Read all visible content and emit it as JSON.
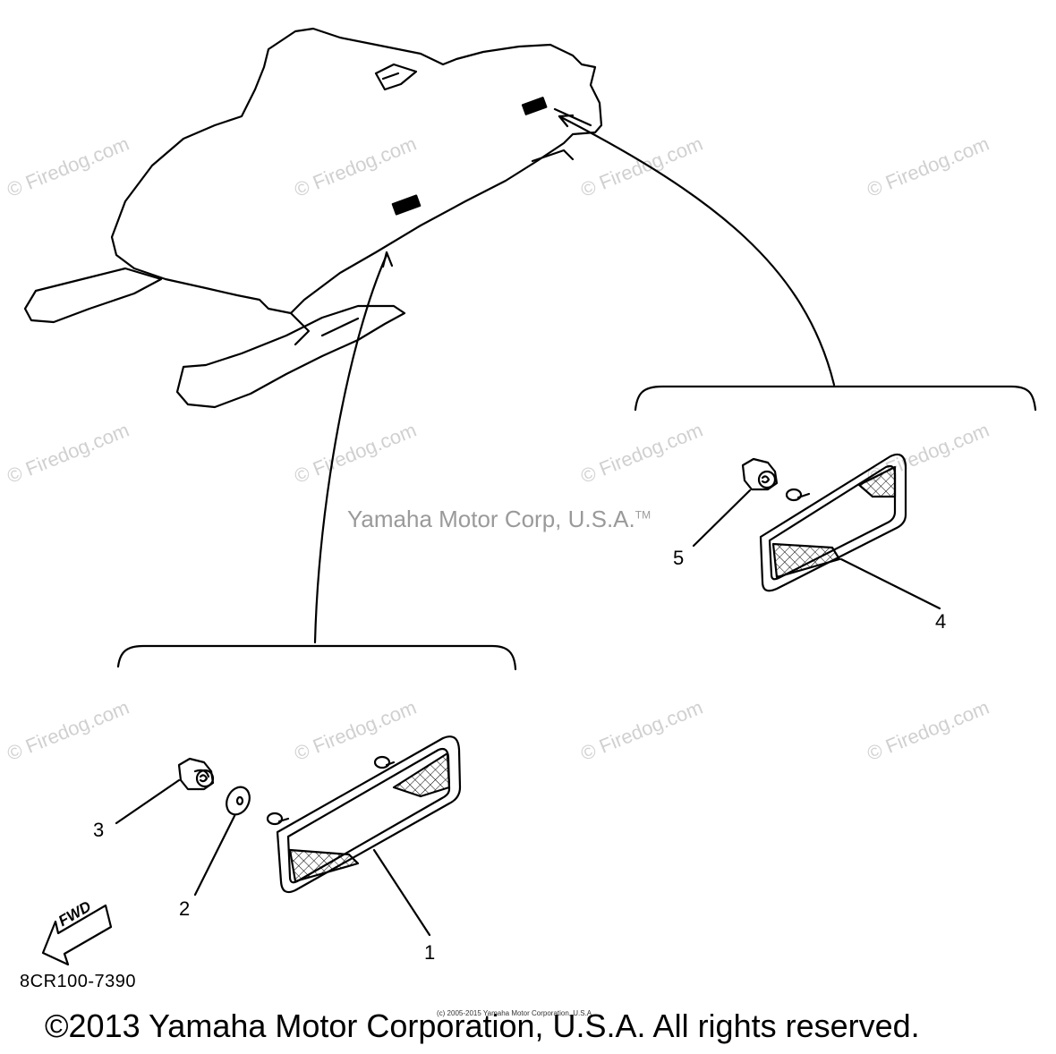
{
  "watermark": {
    "text": "© Firedog.com"
  },
  "center_watermark": {
    "text": "Yamaha Motor Corp, U.S.A.",
    "tm": "TM"
  },
  "callouts": [
    "1",
    "2",
    "3",
    "4",
    "5"
  ],
  "fwd_label": "FWD",
  "diagram_code": "8CR100-7390",
  "small_notice": "(c) 2005-2015 Yamaha Motor Corporation, U.S.A.",
  "copyright": "©2013 Yamaha Motor Corporation, U.S.A. All rights reserved."
}
